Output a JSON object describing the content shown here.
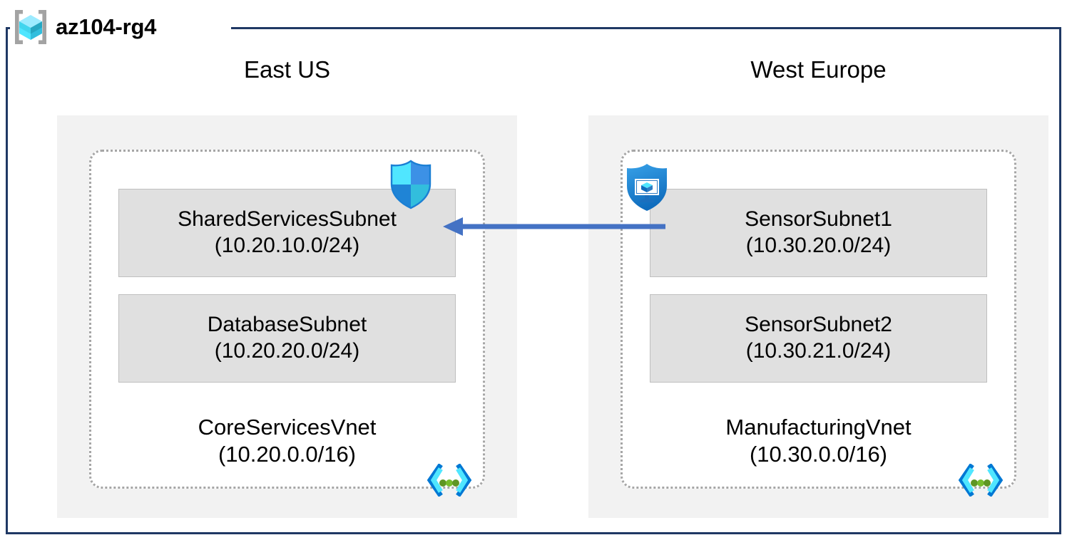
{
  "resource_group": {
    "name": "az104-rg4",
    "icon": "resource-group-cube-icon",
    "border_color": "#1F3864"
  },
  "regions": [
    {
      "label": "East US",
      "vnet": {
        "name": "CoreServicesVnet",
        "cidr": "(10.20.0.0/16)",
        "icon": "virtual-network-icon",
        "subnets": [
          {
            "name": "SharedServicesSubnet",
            "cidr": "(10.20.10.0/24)",
            "attached_icon": "network-security-group-shield-icon"
          },
          {
            "name": "DatabaseSubnet",
            "cidr": "(10.20.20.0/24)",
            "attached_icon": null
          }
        ]
      }
    },
    {
      "label": "West Europe",
      "vnet": {
        "name": "ManufacturingVnet",
        "cidr": "(10.30.0.0/16)",
        "icon": "virtual-network-icon",
        "subnets": [
          {
            "name": "SensorSubnet1",
            "cidr": "(10.30.20.0/24)",
            "attached_icon": "security-center-shield-monitor-icon"
          },
          {
            "name": "SensorSubnet2",
            "cidr": "(10.30.21.0/24)",
            "attached_icon": null
          }
        ]
      }
    }
  ],
  "connection": {
    "name": "vnet-peering-arrow",
    "direction": "right-to-left",
    "color": "#4472C4"
  },
  "colors": {
    "region_fill": "#F2F2F2",
    "subnet_fill": "#E0E0E0",
    "subnet_border": "#BFBFBF",
    "vnet_border": "#A6A6A6",
    "frame": "#1F3864",
    "arrow": "#4472C4",
    "azure_blue": "#0078D4",
    "cyan": "#32BEDD",
    "green": "#5E9624"
  }
}
